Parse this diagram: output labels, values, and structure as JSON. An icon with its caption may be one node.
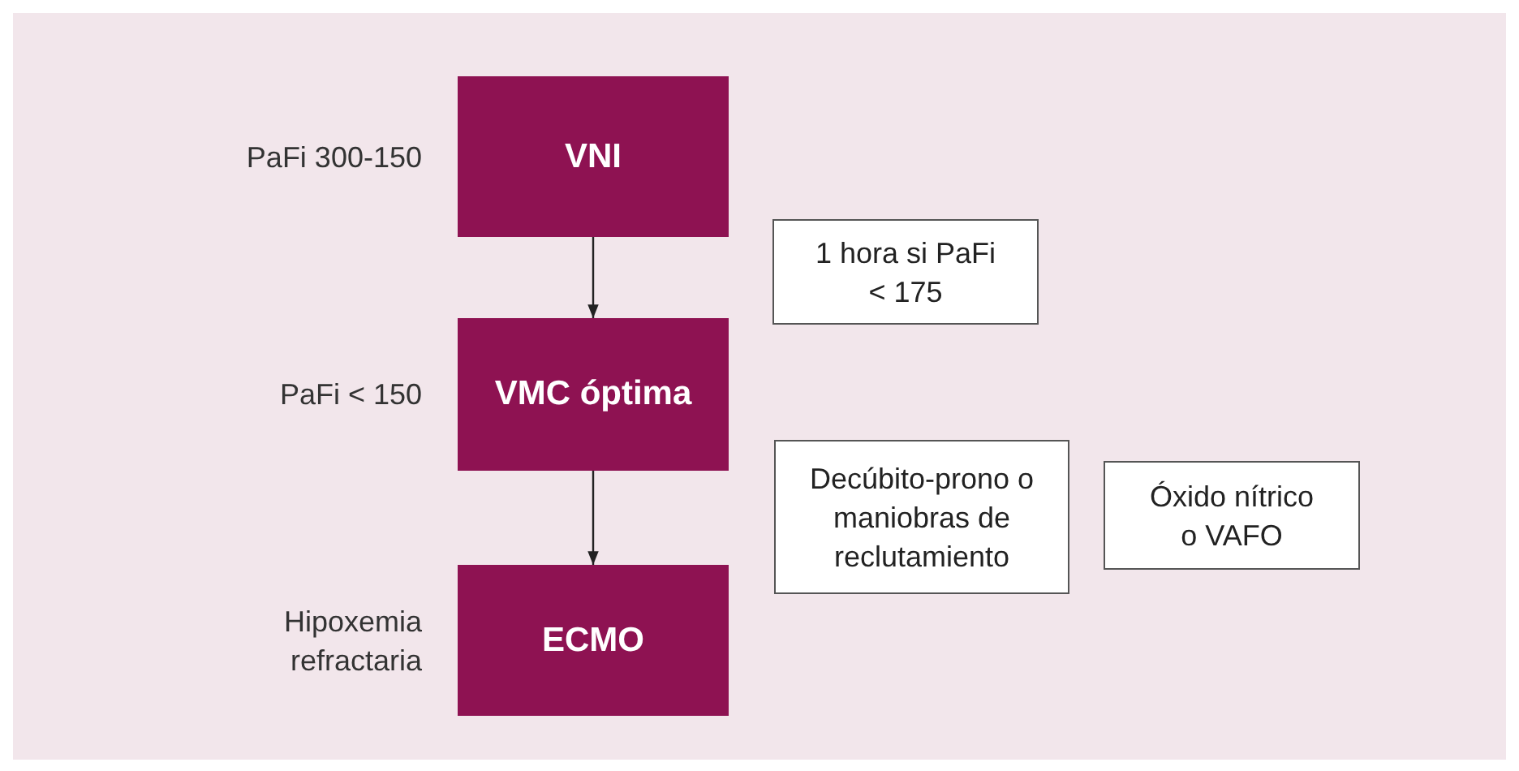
{
  "diagram": {
    "nodes": [
      {
        "text": [
          "VNI"
        ],
        "beside": [
          "PaFi 300-150"
        ]
      },
      {
        "text": [
          "VMC óptima"
        ],
        "beside": [
          "PaFi < 150"
        ]
      },
      {
        "text": [
          "ECMO"
        ],
        "beside": [
          "Hipoxemia refractaria"
        ]
      },
      {
        "text": [
          "1 hora si PaFi < 175"
        ]
      },
      {
        "text": [
          "Decúbito-prono o maniobras de reclutamiento"
        ]
      },
      {
        "text": [
          "Óxido nítrico o VAFO"
        ]
      }
    ],
    "edges": [
      {
        "from": 0,
        "to": 1,
        "arrow": "to"
      },
      {
        "from": 1,
        "to": 2,
        "arrow": "to"
      }
    ]
  }
}
